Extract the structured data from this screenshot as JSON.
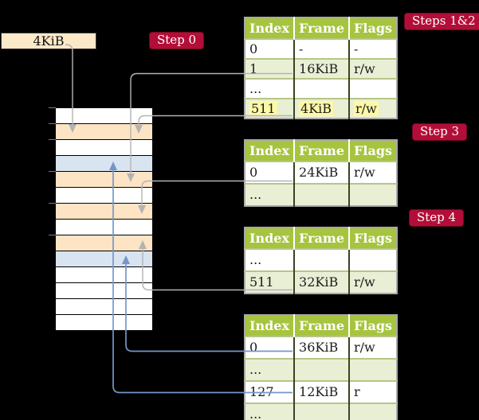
{
  "colors": {
    "background": "#000000",
    "badge_red": "#b30e38",
    "table_header_green": "#a6c43e",
    "table_row_tint": "#e9efd5",
    "highlight_yellow": "#fdf8a6",
    "frame_box_cream": "#fbe9c8",
    "stack_orange": "#fce4c4",
    "stack_blue": "#d9e4f1",
    "connector_gray": "#b3b3b3",
    "connector_blue": "#7596c9"
  },
  "frame_box": {
    "label": "4KiB"
  },
  "badges": [
    {
      "label": "Step 0"
    },
    {
      "label": "Steps 1&2"
    },
    {
      "label": "Step 3"
    },
    {
      "label": "Step 4"
    }
  ],
  "stack": {
    "rows": [
      "white",
      "orange",
      "white",
      "blue",
      "orange",
      "white",
      "orange",
      "white",
      "orange",
      "blue",
      "white",
      "white",
      "white",
      "white"
    ]
  },
  "tables": [
    {
      "name": "steps-1-and-2",
      "headers": [
        "Index",
        "Frame",
        "Flags"
      ],
      "rows": [
        {
          "tint": false,
          "cells": [
            "0",
            "-",
            "-"
          ]
        },
        {
          "tint": true,
          "cells": [
            "1",
            "16KiB",
            "r/w"
          ]
        },
        {
          "tint": false,
          "cells": [
            "...",
            "",
            ""
          ]
        },
        {
          "tint": true,
          "cells": [
            "511",
            "4KiB",
            "r/w"
          ],
          "highlighted": true
        }
      ]
    },
    {
      "name": "step-3",
      "headers": [
        "Index",
        "Frame",
        "Flags"
      ],
      "rows": [
        {
          "tint": false,
          "cells": [
            "0",
            "24KiB",
            "r/w"
          ]
        },
        {
          "tint": true,
          "cells": [
            "...",
            "",
            ""
          ]
        }
      ]
    },
    {
      "name": "step-4",
      "headers": [
        "Index",
        "Frame",
        "Flags"
      ],
      "rows": [
        {
          "tint": false,
          "cells": [
            "...",
            "",
            ""
          ]
        },
        {
          "tint": true,
          "cells": [
            "511",
            "32KiB",
            "r/w"
          ]
        }
      ]
    },
    {
      "name": "final-level",
      "headers": [
        "Index",
        "Frame",
        "Flags"
      ],
      "rows": [
        {
          "tint": false,
          "cells": [
            "0",
            "36KiB",
            "r/w"
          ]
        },
        {
          "tint": true,
          "cells": [
            "...",
            "",
            ""
          ]
        },
        {
          "tint": false,
          "cells": [
            "127",
            "12KiB",
            "r"
          ]
        },
        {
          "tint": true,
          "cells": [
            "...",
            "",
            ""
          ]
        }
      ]
    }
  ]
}
